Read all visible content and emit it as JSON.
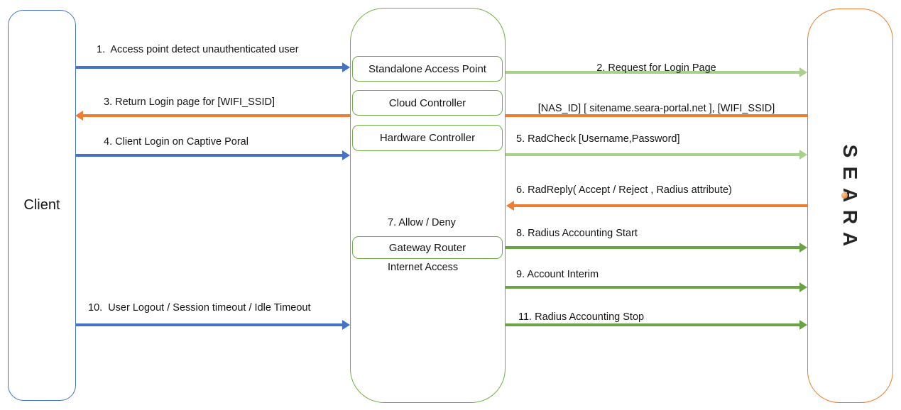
{
  "entities": {
    "client": {
      "label": "Client"
    },
    "middle": {
      "boxes": {
        "standalone_ap": "Standalone Access Point",
        "cloud_controller": "Cloud Controller",
        "hardware_controller": "Hardware Controller",
        "gateway_router": "Gateway Router"
      },
      "note7": {
        "line1": "7. Allow / Deny",
        "line2": "Internet Access"
      }
    },
    "portal": {
      "name": "SEARA",
      "letters": {
        "l1": "S",
        "l2": "E",
        "l3": "A",
        "l4": "R",
        "l5": "A"
      }
    }
  },
  "messages": {
    "m1": {
      "label": "1.  Access point detect unauthenticated user",
      "from": "Client",
      "to": "Access Point",
      "direction": "right",
      "color": "blue"
    },
    "m2": {
      "line1": "2. Request for Login Page",
      "line2": "[NAS_ID] [ sitename.seara-portal.net ], [WIFI_SSID]",
      "from": "Access Point",
      "to": "SEARA",
      "direction": "right",
      "color": "light-green"
    },
    "m3": {
      "label": "3. Return Login page for [WIFI_SSID]",
      "from": "SEARA",
      "to": "Client",
      "direction": "left",
      "color": "orange"
    },
    "m4": {
      "label": "4. Client Login on Captive Poral",
      "from": "Client",
      "to": "Access Point",
      "direction": "right",
      "color": "blue"
    },
    "m5": {
      "label": "5. RadCheck [Username,Password]",
      "from": "Access Point",
      "to": "SEARA",
      "direction": "right",
      "color": "light-green"
    },
    "m6": {
      "label": "6. RadReply( Accept / Reject , Radius attribute)",
      "from": "SEARA",
      "to": "Access Point",
      "direction": "left",
      "color": "orange"
    },
    "m8": {
      "label": "8. Radius Accounting Start",
      "from": "Gateway Router",
      "to": "SEARA",
      "direction": "right",
      "color": "green"
    },
    "m9": {
      "label": "9. Account Interim",
      "from": "Gateway Router",
      "to": "SEARA",
      "direction": "right",
      "color": "green"
    },
    "m10": {
      "label": "10.  User Logout / Session timeout / Idle Timeout",
      "from": "Client",
      "to": "Access Point",
      "direction": "right",
      "color": "blue"
    },
    "m11": {
      "label": "11. Radius Accounting Stop",
      "from": "Gateway Router",
      "to": "SEARA",
      "direction": "right",
      "color": "green"
    }
  },
  "colors": {
    "blue": "#4472C4",
    "orange": "#ED7D31",
    "light_green": "#A9D18E",
    "green": "#6AA344",
    "border_green": "#70AD47",
    "logo_text": "#262626",
    "logo_dot": "#ED7D31"
  }
}
